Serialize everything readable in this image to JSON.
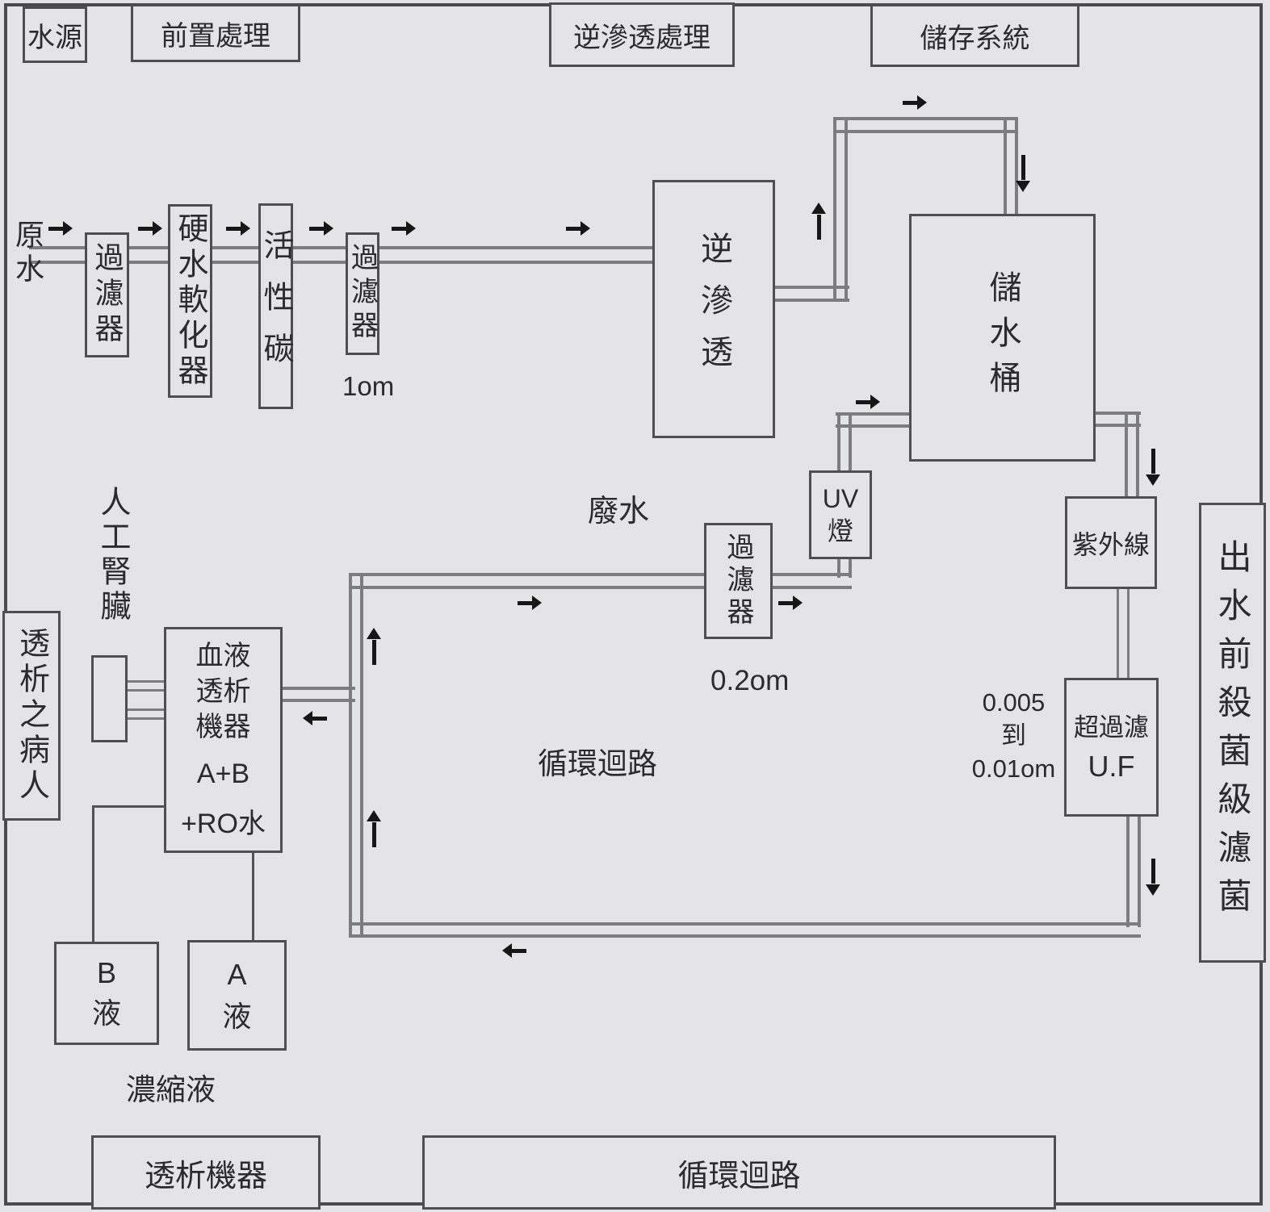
{
  "headers": {
    "water_source": "水源",
    "pretreatment": "前置處理",
    "ro_treatment": "逆滲透處理",
    "storage_system": "儲存系統"
  },
  "nodes": {
    "raw_water": "原水",
    "filter_1": "過濾器",
    "softener": "硬水軟化器",
    "activated_carbon": "活性碳",
    "filter_2": "過濾器",
    "reverse_osmosis": "逆滲透",
    "storage_tank": "儲水桶",
    "uv_lamp": [
      "UV",
      "燈"
    ],
    "loop_filter": "過濾器",
    "ultraviolet": "紫外線",
    "ultrafilter": [
      "超過濾",
      "U.F"
    ],
    "outlet_filter": "出水前殺菌級濾菌",
    "patient": "透析之病人",
    "artificial_kidney": "人工腎臟",
    "dialysis_machine": [
      "血液",
      "透析",
      "機器",
      "A+B",
      "+RO水"
    ],
    "solution_b": [
      "B",
      "液"
    ],
    "solution_a": [
      "A",
      "液"
    ]
  },
  "labels": {
    "filter_2_pore": "1om",
    "waste_water": "廢水",
    "loop_filter_pore": "0.2om",
    "uf_pore": [
      "0.005",
      "到",
      "0.01om"
    ],
    "circulation_loop_center": "循環迴路",
    "concentrate": "濃縮液"
  },
  "footers": {
    "dialysis_machine": "透析機器",
    "circulation_loop": "循環迴路"
  }
}
